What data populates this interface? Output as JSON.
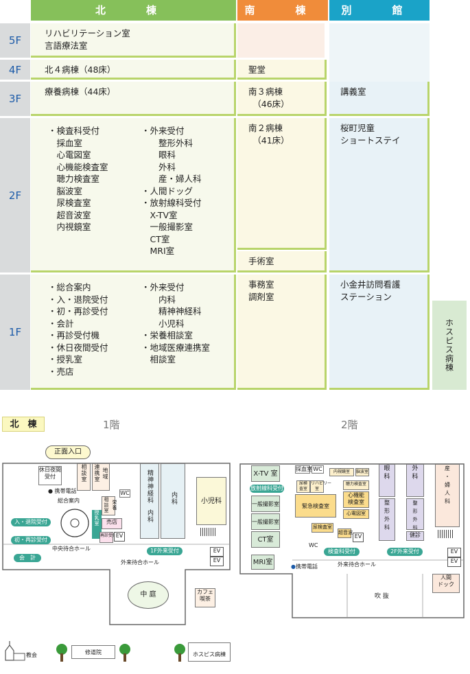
{
  "headers": {
    "north": "北　棟",
    "south": "南　棟",
    "annex": "別　館"
  },
  "floors": [
    "5F",
    "4F",
    "3F",
    "2F",
    "1F"
  ],
  "north": {
    "f5": "リハビリテーション室\n言語療法室",
    "f4": "北４病棟（48床）",
    "f3": "療養病棟（44床）",
    "f2_left": "・検査科受付\n　採血室\n　心電図室\n　心機能検査室\n　聴力検査室\n　脳波室\n　尿検査室\n　超音波室\n　内視鏡室",
    "f2_right": "・外来受付\n　　整形外科\n　　眼科\n　　外科\n　　産・婦人科\n・人間ドッグ\n・放射線科受付\n　X-TV室\n　一般撮影室\n　CT室\n　MRI室",
    "f1_left": "・総合案内\n・入・退院受付\n・初・再診受付\n・会計\n・再診受付機\n・休日夜間受付\n・授乳室\n・売店",
    "f1_right": "・外来受付\n　　内科\n　　精神神経科\n　　小児科\n・栄養相談室\n・地域医療連携室\n　相談室"
  },
  "south": {
    "f4": "聖堂",
    "f3": "南３病棟\n　（46床）",
    "f2": "南２病棟\n　（41床）",
    "f2_bottom": "手術室",
    "f1": "事務室\n調剤室"
  },
  "annex": {
    "f3": "講義室",
    "f2": "桜町児童\nショートステイ",
    "f1": "小金井訪問看護\nステーション"
  },
  "hospice": "ホスピス病棟",
  "maps": {
    "tag": "北　棟",
    "floor1_title": "1階",
    "floor2_title": "2階",
    "f1": {
      "entrance": "正面入口",
      "night": "休日夜間\n受付",
      "soudan": "相談室",
      "chiiki": "地域\n連携室",
      "phone": "携帯電話",
      "info": "総合案内",
      "wc": "WC",
      "eiyou": "栄養\n相談室",
      "junyu": "授乳室",
      "saishin": "再診受付機",
      "baiten": "売店",
      "ev": "EV",
      "seishin": "精神神経科",
      "naika_left": "内科",
      "naika_right": "内科",
      "shounika": "小児科",
      "pill_nyuin": "入・退院受付",
      "pill_shoshin": "初・再診受付",
      "pill_kaikei": "会　計",
      "pill_gairai": "1F外来受付",
      "central_hall": "中央待合ホール",
      "outer_hall": "外来待合ホール",
      "courtyard": "中 庭",
      "cafe": "カフェ\n喫茶",
      "ev1": "EV",
      "ev2": "EV"
    },
    "f2": {
      "xtv": "X-TV 室",
      "pill_radio": "放射線科受付",
      "ippan1": "一般撮影室",
      "ippan2": "一般撮影室",
      "ct": "CT室",
      "mri": "MRI室",
      "saiketsu": "採血室",
      "wc": "WC",
      "naishikyo": "内視鏡室",
      "noha": "脳波室",
      "nyou": "尿検\n査室",
      "rihabiri": "リハビリー\n室",
      "chouryoku": "聴力検査室",
      "kinkyu": "緊急検査室",
      "shinkinou": "心機能\n検査室",
      "shindenzu": "心電図室",
      "nyokensa": "尿検査室",
      "choonpa": "超音波",
      "ev": "EV",
      "wc2": "WC",
      "pill_kensa": "検査科受付",
      "ganka": "眼\n科",
      "seikei": "整\n形\n外\n科",
      "geka": "外\n科",
      "seikei2": "整\n形\n外\n科",
      "kenshin": "健診",
      "pill_gairai": "2F外来受付",
      "sanfujin": "産\n・\n婦\n人\n科",
      "ev1": "EV",
      "ev2": "EV",
      "ningen": "人間\nドック",
      "phone": "携帯電話",
      "outer_hall": "外来待合ホール",
      "fukinuke": "吹 抜"
    },
    "legend": {
      "church": "教会",
      "convent": "修道院",
      "hospice": "ホスピス病棟"
    }
  },
  "colors": {
    "north_header": "#86c05a",
    "south_header": "#f08c3a",
    "annex_header": "#1aa3c8",
    "hospice": "#d8ead2",
    "pill": "#3aa694"
  }
}
